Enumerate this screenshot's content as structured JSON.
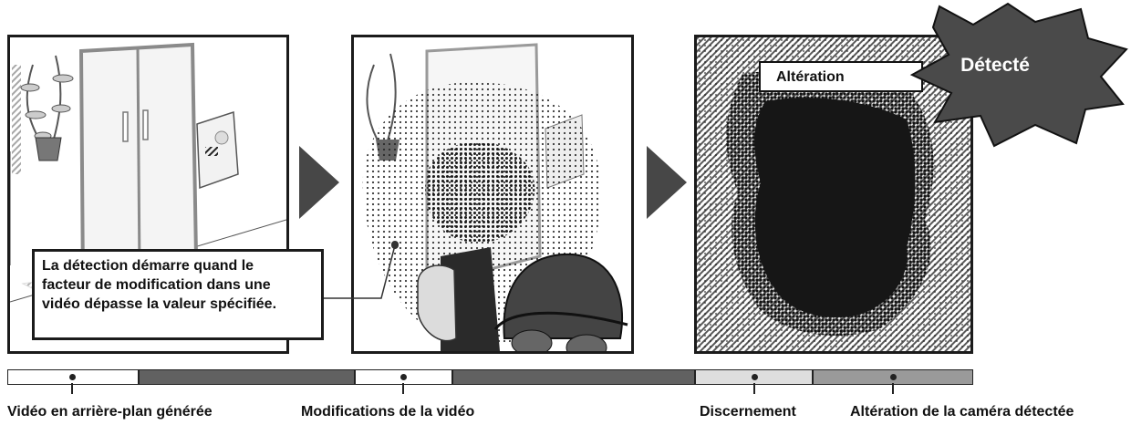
{
  "note": {
    "line1": "La détection démarre quand le",
    "line2": "facteur de modification dans une",
    "line3": "vidéo dépasse la valeur spécifiée."
  },
  "tag": {
    "label": "Altération"
  },
  "stamp": {
    "label": "Détecté"
  },
  "timeline": {
    "labels": [
      "Vidéo en arrière-plan générée",
      "Modifications de la vidéo",
      "Discernement",
      "Altération de la caméra détectée"
    ]
  },
  "colors": {
    "dark_segment": "#616161",
    "light_segment": "#dedede",
    "mid_segment": "#9a9a9a",
    "arrow": "#474747",
    "stamp": "#4a4a4a"
  }
}
